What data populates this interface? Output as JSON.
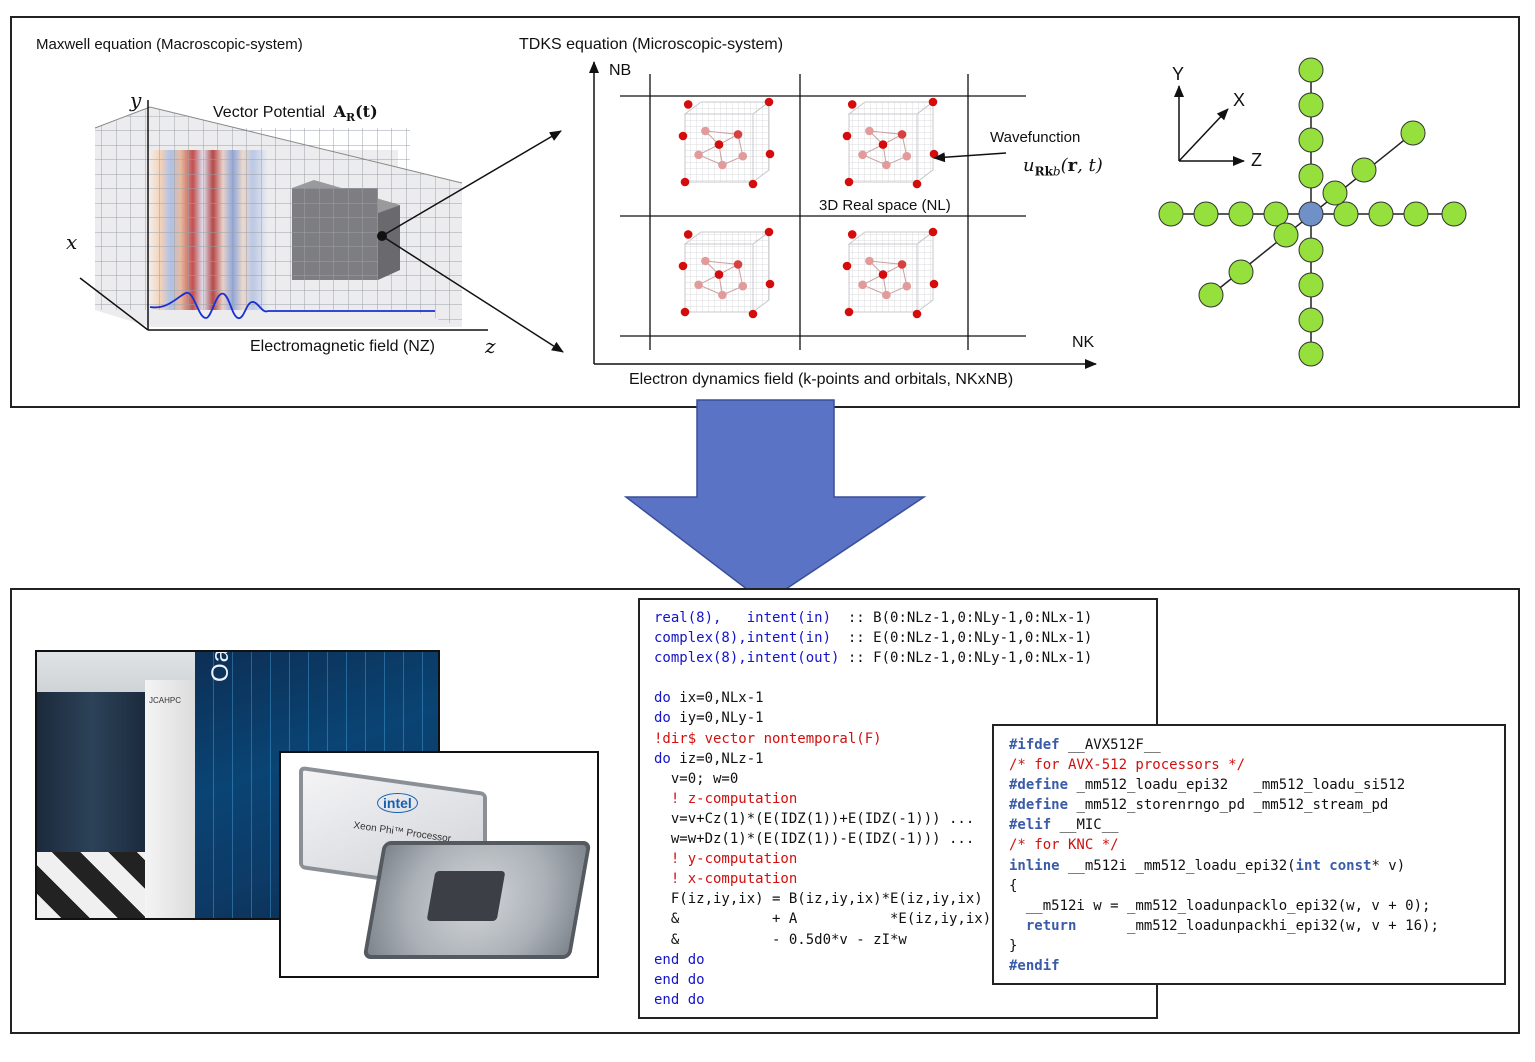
{
  "maxwell": {
    "title": "Maxwell equation (Macroscopic-system)",
    "axis_y": "y",
    "axis_x": "x",
    "axis_z": "z",
    "vector_potential": "Vector Potential",
    "vector_potential_math": "A_R(t)",
    "em_field": "Electromagnetic field (NZ)"
  },
  "tdks": {
    "title": "TDKS equation (Microscopic-system)",
    "axis_nb": "NB",
    "axis_nk": "NK",
    "wavefunction": "Wavefunction",
    "wavefunction_math": "u_Rkb(r, t)",
    "real_space": "3D Real space (NL)",
    "field_label": "Electron dynamics field (k-points and orbitals, NKxNB)"
  },
  "stencil": {
    "axis_y": "Y",
    "axis_x": "X",
    "axis_z": "Z"
  },
  "colors": {
    "arrow_fill": "#5b73c4",
    "node_green": "#95e03c",
    "node_center": "#7090c8",
    "keyword_blue": "#1414c8",
    "comment_red": "#d01010",
    "preproc_blue": "#3a5ba8"
  },
  "photos": {
    "supercomputer_brand": "Oakforest PACS",
    "supercomputer_org": "JCAHPC",
    "chip_brand": "intel",
    "chip_name": "Xeon Phi™ Processor"
  },
  "fortran_code": [
    [
      [
        "kw",
        "real(8),   intent(in)"
      ],
      [
        "n",
        "  :: B(0:NLz-1,0:NLy-1,0:NLx-1)"
      ]
    ],
    [
      [
        "kw",
        "complex(8),intent(in)"
      ],
      [
        "n",
        "  :: E(0:NLz-1,0:NLy-1,0:NLx-1)"
      ]
    ],
    [
      [
        "kw",
        "complex(8),intent(out)"
      ],
      [
        "n",
        " :: F(0:NLz-1,0:NLy-1,0:NLx-1)"
      ]
    ],
    [
      [
        "n",
        ""
      ]
    ],
    [
      [
        "kw",
        "do"
      ],
      [
        "n",
        " ix=0,NLx-1"
      ]
    ],
    [
      [
        "kw",
        "do"
      ],
      [
        "n",
        " iy=0,NLy-1"
      ]
    ],
    [
      [
        "cm",
        "!dir$ vector nontemporal(F)"
      ]
    ],
    [
      [
        "kw",
        "do"
      ],
      [
        "n",
        " iz=0,NLz-1"
      ]
    ],
    [
      [
        "n",
        "  v=0; w=0"
      ]
    ],
    [
      [
        "cm",
        "  ! z-computation"
      ]
    ],
    [
      [
        "n",
        "  v=v+Cz(1)*(E(IDZ(1))+E(IDZ(-1))) ..."
      ]
    ],
    [
      [
        "n",
        "  w=w+Dz(1)*(E(IDZ(1))-E(IDZ(-1))) ..."
      ]
    ],
    [
      [
        "cm",
        "  ! y-computation"
      ]
    ],
    [
      [
        "cm",
        "  ! x-computation"
      ]
    ],
    [
      [
        "n",
        "  F(iz,iy,ix) = B(iz,iy,ix)*E(iz,iy,ix)"
      ]
    ],
    [
      [
        "n",
        "  &           + A           *E(iz,iy,ix)"
      ]
    ],
    [
      [
        "n",
        "  &           - 0.5d0*v - zI*w"
      ]
    ],
    [
      [
        "kw",
        "end do"
      ]
    ],
    [
      [
        "kw",
        "end do"
      ]
    ],
    [
      [
        "kw",
        "end do"
      ]
    ]
  ],
  "c_code": [
    [
      [
        "pp",
        "#ifdef"
      ],
      [
        "n",
        " __AVX512F__"
      ]
    ],
    [
      [
        "cm",
        "/* for AVX-512 processors */"
      ]
    ],
    [
      [
        "pp",
        "#define"
      ],
      [
        "n",
        " _mm512_loadu_epi32   _mm512_loadu_si512"
      ]
    ],
    [
      [
        "pp",
        "#define"
      ],
      [
        "n",
        " _mm512_storenrngo_pd _mm512_stream_pd"
      ]
    ],
    [
      [
        "pp",
        "#elif"
      ],
      [
        "n",
        " __MIC__"
      ]
    ],
    [
      [
        "cm",
        "/* for KNC */"
      ]
    ],
    [
      [
        "pp",
        "inline"
      ],
      [
        "n",
        " __m512i _mm512_loadu_epi32("
      ],
      [
        "pp",
        "int const"
      ],
      [
        "n",
        "* v)"
      ]
    ],
    [
      [
        "n",
        "{"
      ]
    ],
    [
      [
        "n",
        "  __m512i w = _mm512_loadunpacklo_epi32(w, v + 0);"
      ]
    ],
    [
      [
        "pp",
        "  return"
      ],
      [
        "n",
        "      _mm512_loadunpackhi_epi32(w, v + 16);"
      ]
    ],
    [
      [
        "n",
        "}"
      ]
    ],
    [
      [
        "pp",
        "#endif"
      ]
    ]
  ]
}
